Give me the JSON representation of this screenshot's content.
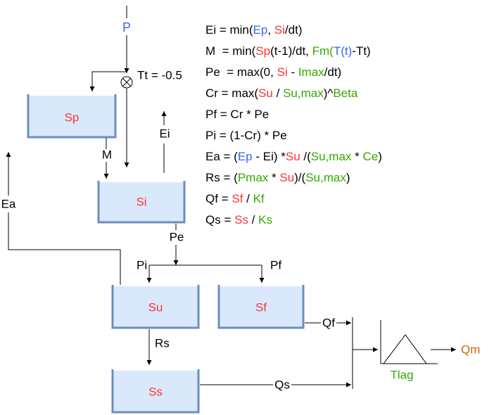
{
  "colors": {
    "red": "#ff3333",
    "blue": "#3366ff",
    "green": "#33aa00",
    "orange": "#cc6600",
    "black": "#000000",
    "tank_fill": "#dae8fc",
    "tank_wall": "#6c8ebf"
  },
  "tanks": {
    "sp": "Sp",
    "si": "Si",
    "su": "Su",
    "sf": "Sf",
    "ss": "Ss"
  },
  "labels": {
    "p": "P",
    "tt": "Tt = -0.5",
    "m": "M",
    "ei": "Ei",
    "ea": "Ea",
    "pe": "Pe",
    "pi": "Pi",
    "pf": "Pf",
    "rs": "Rs",
    "qf": "Qf",
    "qs": "Qs",
    "tlag": "Tlag",
    "qm": "Qm"
  },
  "equations": [
    [
      [
        "Ei = min(",
        "black"
      ],
      [
        "Ep",
        "blue"
      ],
      [
        ", ",
        "black"
      ],
      [
        "Si",
        "red"
      ],
      [
        "/dt)",
        "black"
      ]
    ],
    [
      [
        "M  = min(",
        "black"
      ],
      [
        "Sp",
        "red"
      ],
      [
        "(t-1)/dt, ",
        "black"
      ],
      [
        "Fm",
        "green"
      ],
      [
        "(",
        "green"
      ],
      [
        "T(t)",
        "blue"
      ],
      [
        "-Tt)",
        "black"
      ]
    ],
    [
      [
        "Pe  = max(0, ",
        "black"
      ],
      [
        "Si",
        "red"
      ],
      [
        " - ",
        "black"
      ],
      [
        "Imax",
        "green"
      ],
      [
        "/dt)",
        "black"
      ]
    ],
    [
      [
        "Cr = max(",
        "black"
      ],
      [
        "Su",
        "red"
      ],
      [
        " / ",
        "black"
      ],
      [
        "Su,max",
        "green"
      ],
      [
        ")^",
        "black"
      ],
      [
        "Beta",
        "green"
      ]
    ],
    [
      [
        "Pf = Cr * Pe",
        "black"
      ]
    ],
    [
      [
        "Pi = (1-Cr) * Pe",
        "black"
      ]
    ],
    [
      [
        "Ea = (",
        "black"
      ],
      [
        "Ep",
        "blue"
      ],
      [
        " - Ei) *",
        "black"
      ],
      [
        "Su",
        "red"
      ],
      [
        " /(",
        "black"
      ],
      [
        "Su,max",
        "green"
      ],
      [
        " * ",
        "black"
      ],
      [
        "Ce",
        "green"
      ],
      [
        ")",
        "black"
      ]
    ],
    [
      [
        "Rs = (",
        "black"
      ],
      [
        "Pmax",
        "green"
      ],
      [
        " * ",
        "black"
      ],
      [
        "Su",
        "red"
      ],
      [
        ")/(",
        "black"
      ],
      [
        "Su,max",
        "green"
      ],
      [
        ")",
        "black"
      ]
    ],
    [
      [
        "Qf = ",
        "black"
      ],
      [
        "Sf",
        "red"
      ],
      [
        " / ",
        "black"
      ],
      [
        "Kf",
        "green"
      ]
    ],
    [
      [
        "Qs = ",
        "black"
      ],
      [
        "Ss",
        "red"
      ],
      [
        " / ",
        "black"
      ],
      [
        "Ks",
        "green"
      ]
    ]
  ]
}
